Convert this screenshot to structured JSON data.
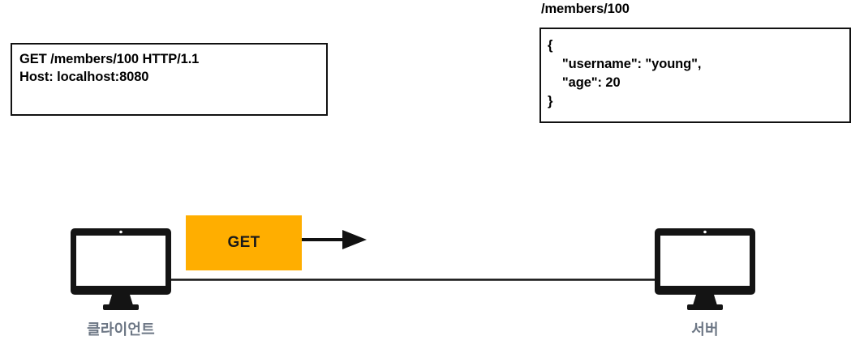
{
  "diagram": {
    "title": "HTTP GET request/response between client and server",
    "request_box": {
      "name": "http-request-message",
      "text": "GET /members/100 HTTP/1.1\nHost: localhost:8080"
    },
    "resource_path_caption": "/members/100",
    "response_box": {
      "name": "http-response-body",
      "text": "{\n    \"username\": \"young\",\n    \"age\": 20\n}"
    },
    "method_chip": {
      "label": "GET",
      "color": "#FFAE00"
    },
    "arrow": {
      "name": "request-direction-arrow",
      "direction": "right",
      "color": "#111111"
    },
    "connection": {
      "name": "client-server-link",
      "color": "#151515"
    },
    "nodes": [
      {
        "id": "client",
        "label": "클라이언트",
        "icon": "desktop-monitor-icon",
        "label_color": "#6D7785"
      },
      {
        "id": "server",
        "label": "서버",
        "icon": "desktop-monitor-icon",
        "label_color": "#6D7785"
      }
    ]
  }
}
